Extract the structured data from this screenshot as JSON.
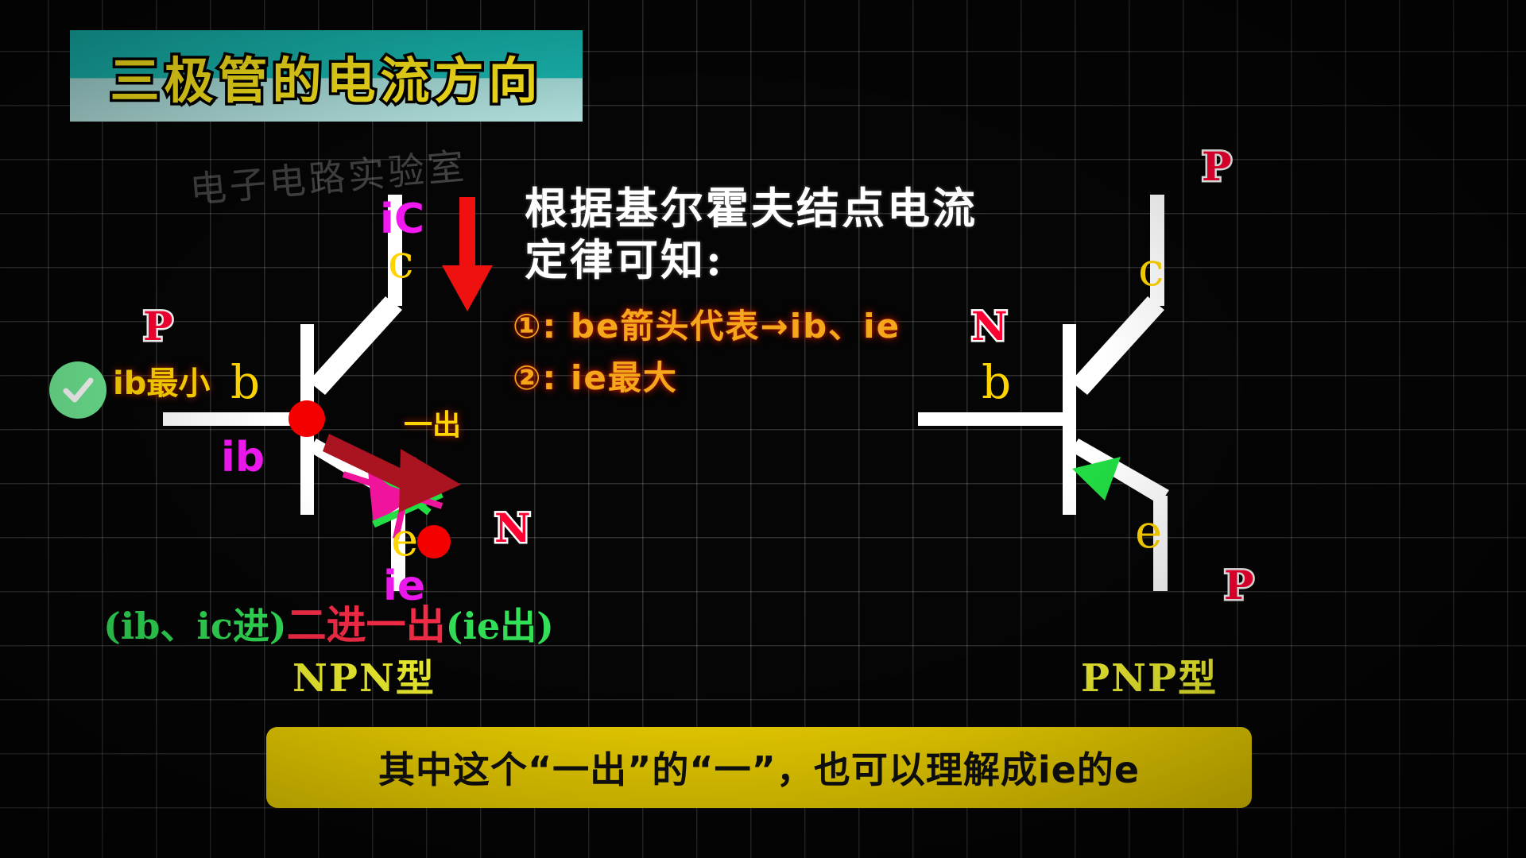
{
  "title": {
    "text": "三极管的电流方向"
  },
  "watermark": {
    "text": "电子电路实验室"
  },
  "law_note": {
    "line1": "根据基尔霍夫结点电流",
    "line2": "定律可知:",
    "item1": "①:  be箭头代表→ib、ie",
    "item2": "②:  ie最大"
  },
  "npn": {
    "type_label": "NPN型",
    "base_label": "b",
    "collector_label": "c",
    "emitter_label": "e",
    "region_top": "P",
    "region_bottom": "N",
    "current_base": "ib",
    "current_collector": "iC",
    "current_emitter": "ie",
    "ib_note": "ib最小",
    "out_note": "一出",
    "summary_in": "(ib、ic进)",
    "summary_mid": "二进一出",
    "summary_out": "(ie出)"
  },
  "pnp": {
    "type_label": "PNP型",
    "base_label": "b",
    "collector_label": "c",
    "emitter_label": "e",
    "region_top": "P",
    "region_mid": "N",
    "region_bottom": "P"
  },
  "caption": {
    "text": "其中这个“一出”的“一”，也可以理解成ie的e"
  },
  "colors": {
    "banner_teal": "#17b5ae",
    "title_yellow": "#ffe81a",
    "caption_yellow": "#ffe000",
    "note_orange": "#f5a71b",
    "magenta": "#f218f2",
    "red": "#ff0033",
    "green": "#33e85a",
    "dark_red_arrow": "#aa1420",
    "check_green": "#6ee892"
  },
  "icons": {
    "check": "check-icon",
    "down_arrow": "down-arrow-icon",
    "pointer_arrow": "pointer-arrow-icon"
  }
}
